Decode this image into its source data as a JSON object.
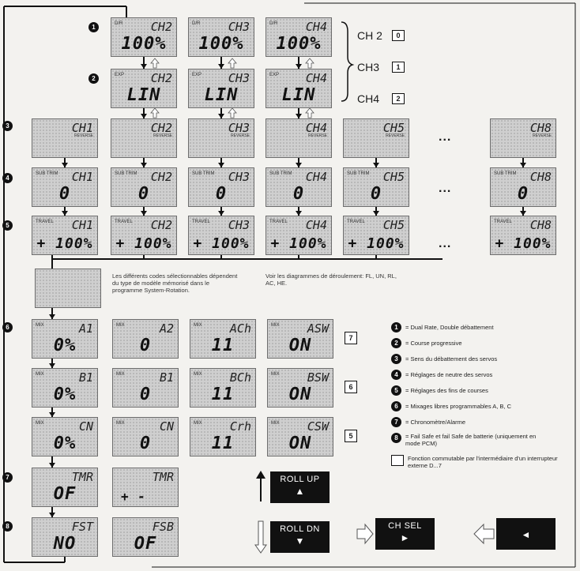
{
  "rows": [
    {
      "id": "r1",
      "marker": "1",
      "screens": [
        {
          "lb": "D/R",
          "top": "CH2",
          "val": "100%"
        },
        {
          "lb": "D/R",
          "top": "CH3",
          "val": "100%"
        },
        {
          "lb": "D/R",
          "top": "CH4",
          "val": "100%"
        }
      ]
    },
    {
      "id": "r2",
      "marker": "2",
      "screens": [
        {
          "lb": "EXP",
          "top": "CH2",
          "val": "LIN"
        },
        {
          "lb": "EXP",
          "top": "CH3",
          "val": "LIN"
        },
        {
          "lb": "EXP",
          "top": "CH4",
          "val": "LIN"
        }
      ]
    },
    {
      "id": "r3",
      "marker": "3",
      "screens": [
        {
          "lb": "",
          "top": "CH1",
          "val": "",
          "sub": "REVERSE"
        },
        {
          "lb": "",
          "top": "CH2",
          "val": "",
          "sub": "REVERSE"
        },
        {
          "lb": "",
          "top": "CH3",
          "val": "",
          "sub": "REVERSE"
        },
        {
          "lb": "",
          "top": "CH4",
          "val": "",
          "sub": "REVERSE"
        },
        {
          "lb": "",
          "top": "CH5",
          "val": "",
          "sub": "REVERSE"
        },
        {
          "lb": "",
          "top": "CH8",
          "val": "",
          "sub": "REVERSE"
        }
      ]
    },
    {
      "id": "r4",
      "marker": "4",
      "screens": [
        {
          "lb": "SUB TRIM",
          "top": "CH1",
          "val": "0"
        },
        {
          "lb": "SUB TRIM",
          "top": "CH2",
          "val": "0"
        },
        {
          "lb": "SUB TRIM",
          "top": "CH3",
          "val": "0"
        },
        {
          "lb": "SUB TRIM",
          "top": "CH4",
          "val": "0"
        },
        {
          "lb": "SUB TRIM",
          "top": "CH5",
          "val": "0"
        },
        {
          "lb": "SUB TRIM",
          "top": "CH8",
          "val": "0"
        }
      ]
    },
    {
      "id": "r5",
      "marker": "5",
      "screens": [
        {
          "lb": "TRAVEL",
          "top": "CH1",
          "val": "+ 100%"
        },
        {
          "lb": "TRAVEL",
          "top": "CH2",
          "val": "+ 100%"
        },
        {
          "lb": "TRAVEL",
          "top": "CH3",
          "val": "+ 100%"
        },
        {
          "lb": "TRAVEL",
          "top": "CH4",
          "val": "+ 100%"
        },
        {
          "lb": "TRAVEL",
          "top": "CH5",
          "val": "+ 100%"
        },
        {
          "lb": "TRAVEL",
          "top": "CH8",
          "val": "+ 100%"
        }
      ]
    },
    {
      "id": "r6",
      "marker": "6",
      "screens": [
        {
          "lb": "MIX",
          "top": "A1",
          "val": "0%"
        },
        {
          "lb": "MIX",
          "top": "A2",
          "val": "0"
        },
        {
          "lb": "MIX",
          "top": "ACh",
          "val": "11"
        },
        {
          "lb": "MIX",
          "top": "ASW",
          "val": "ON"
        }
      ]
    },
    {
      "id": "r7",
      "marker": "",
      "screens": [
        {
          "lb": "MIX",
          "top": "B1",
          "val": "0%"
        },
        {
          "lb": "MIX",
          "top": "B1",
          "val": "0"
        },
        {
          "lb": "MIX",
          "top": "BCh",
          "val": "11"
        },
        {
          "lb": "MIX",
          "top": "BSW",
          "val": "ON"
        }
      ]
    },
    {
      "id": "r8",
      "marker": "",
      "screens": [
        {
          "lb": "MIX",
          "top": "CN",
          "val": "0%"
        },
        {
          "lb": "MIX",
          "top": "CN",
          "val": "0"
        },
        {
          "lb": "MIX",
          "top": "Crh",
          "val": "11"
        },
        {
          "lb": "MIX",
          "top": "CSW",
          "val": "ON"
        }
      ]
    },
    {
      "id": "r9",
      "marker": "7",
      "screens": [
        {
          "lb": "",
          "top": "TMR",
          "val": "OF"
        },
        {
          "lb": "",
          "top": "TMR",
          "val": "+ -"
        }
      ]
    },
    {
      "id": "r10",
      "marker": "8",
      "screens": [
        {
          "lb": "",
          "top": "FST",
          "val": "NO"
        },
        {
          "lb": "",
          "top": "FSB",
          "val": "OF"
        }
      ]
    }
  ],
  "channel_switch": [
    {
      "label": "CH 2",
      "box": "0"
    },
    {
      "label": "CH3",
      "box": "1"
    },
    {
      "label": "CH4",
      "box": "2"
    }
  ],
  "dots_label": "...",
  "notes": {
    "codes": "Les différents codes sélectionnables dépendent du type de modèle mémorisé dans le programme System-Rotation.",
    "diagrams": "Voir les diagrammes de déroulement: FL, UN, RL, AC, HE."
  },
  "mix_boxes": [
    "7",
    "6",
    "5"
  ],
  "legend": [
    {
      "n": "1",
      "text": "= Dual Rate, Double débattement"
    },
    {
      "n": "2",
      "text": "= Course progressive"
    },
    {
      "n": "3",
      "text": "= Sens du débattement des servos"
    },
    {
      "n": "4",
      "text": "= Réglages de neutre des servos"
    },
    {
      "n": "5",
      "text": "= Réglages des fins de courses"
    },
    {
      "n": "6",
      "text": "= Mixages libres programmables A, B, C"
    },
    {
      "n": "7",
      "text": "= Chronomètre/Alarme"
    },
    {
      "n": "8",
      "text": "= Fail Safe et fail Safe de batterie (uniquement en mode PCM)"
    }
  ],
  "legend_box_text": "Fonction commutable par l'intermédiaire d'un interrupteur externe D...7",
  "keys": [
    {
      "id": "roll-up",
      "label": "ROLL UP",
      "glyph": "▲"
    },
    {
      "id": "roll-dn",
      "label": "ROLL DN",
      "glyph": "▼"
    },
    {
      "id": "ch-sel",
      "label": "CH SEL",
      "glyph": "►"
    },
    {
      "id": "back",
      "label": "",
      "glyph": "◄"
    }
  ],
  "colors": {
    "lcd": "#cfcfcf",
    "ink": "#111111",
    "paper": "#f3f2ef"
  }
}
